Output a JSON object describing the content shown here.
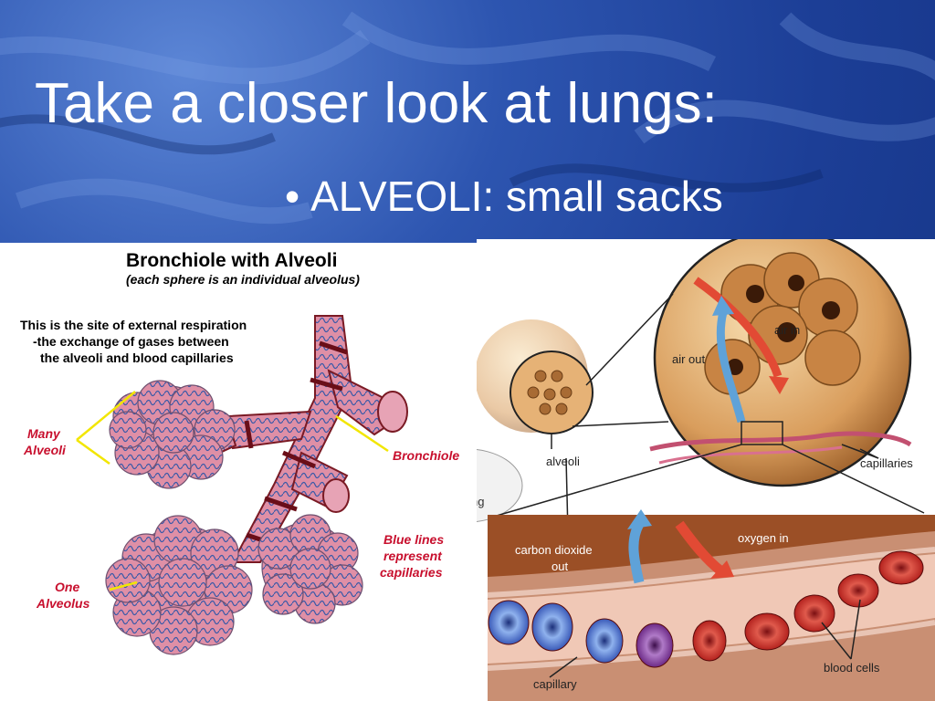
{
  "slide": {
    "title": "Take a closer look at lungs:",
    "bullet": "ALVEOLI: small sacks"
  },
  "left_figure": {
    "heading": "Bronchiole with Alveoli",
    "subheading": "(each sphere is an individual alveolus)",
    "description_lines": [
      "This is the site of external respiration",
      "-the exchange of gases between",
      "the alveoli and blood capillaries"
    ],
    "label_many_alveoli": [
      "Many",
      "Alveoli"
    ],
    "label_bronchiole": "Bronchiole",
    "label_blue_lines": [
      "Blue lines",
      "represent",
      "capillaries"
    ],
    "label_one_alveolus": [
      "One",
      "Alveolus"
    ]
  },
  "right_figure": {
    "label_alveoli": "alveoli",
    "label_air_in": "air in",
    "label_air_out": "air out",
    "label_capillaries": "capillaries",
    "label_cut_off": "ng",
    "label_co2": [
      "carbon dioxide",
      "out"
    ],
    "label_oxygen": "oxygen in",
    "label_capillary": "capillary",
    "label_blood_cells": "blood cells"
  },
  "colors": {
    "annotation_red": "#c8102e",
    "annotation_yellow": "#f2e600",
    "alveolus_pink": "#d98aa0",
    "capillary_blue": "#3a5aa8",
    "blood_red": "#c8302c",
    "co2_blue": "#5fa2d8",
    "o2_red": "#e24a34"
  }
}
